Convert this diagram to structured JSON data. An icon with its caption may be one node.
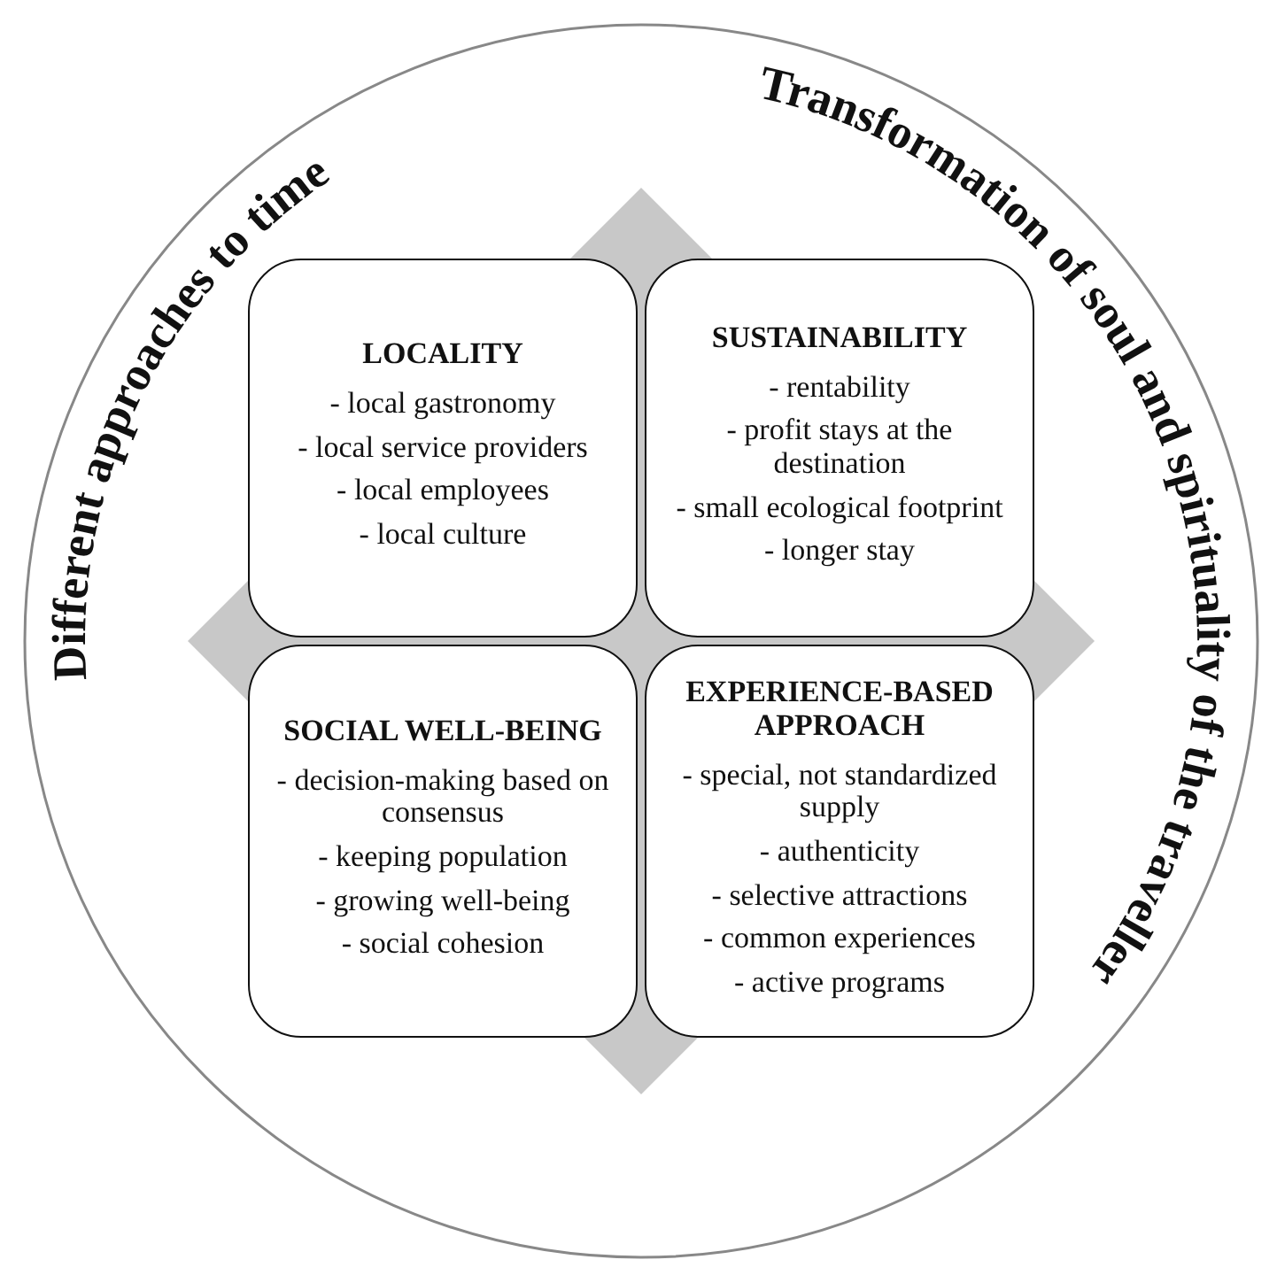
{
  "diagram": {
    "nodes": [
      {
        "text": [],
        "shape": "circle"
      },
      {
        "text": [
          "LOCALITY",
          "- local gastronomy",
          "- local service providers",
          "- local employees",
          "- local culture"
        ],
        "in": 0
      },
      {
        "text": [
          "SUSTAINABILITY",
          "- rentability",
          "- profit stays at the destination",
          "- small ecological footprint",
          "- longer stay"
        ],
        "in": 0
      },
      {
        "text": [
          "SOCIAL WELL-BEING",
          "- decision-making based on consensus",
          "- keeping population",
          "- growing well-being",
          "- social cohesion"
        ],
        "in": 0
      },
      {
        "text": [
          "EXPERIENCE-BASED APPROACH",
          "- special, not standardized supply",
          "- authenticity",
          "- selective attractions",
          "- common experiences",
          "- active programs"
        ],
        "in": 0
      }
    ],
    "labels": [
      "Different approaches to time",
      "Transformation of soul and spirituality of the traveller"
    ]
  }
}
